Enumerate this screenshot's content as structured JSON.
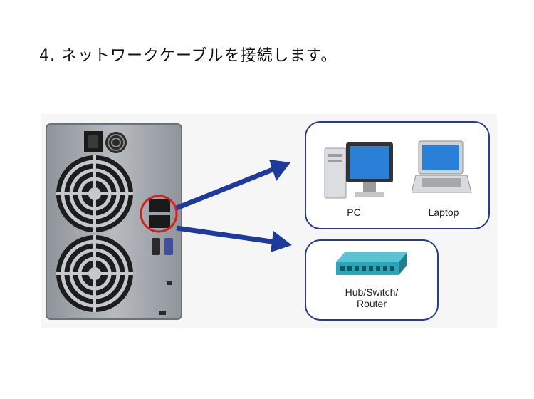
{
  "heading": "4. ネットワークケーブルを接続します。",
  "diagram": {
    "device_labels": {
      "pc": "PC",
      "laptop": "Laptop",
      "hub_line1": "Hub/Switch/",
      "hub_line2": "Router"
    },
    "colors": {
      "box_border": "#2a3a8c",
      "arrow": "#1e3a9c",
      "highlight_circle": "#d42020",
      "chassis": "#a9adb3",
      "hub": "#2aa6b8"
    },
    "icons": [
      "nas-back-panel",
      "power-socket-icon",
      "fan-icon",
      "lan-port-icon",
      "arrow-icon",
      "pc-icon",
      "laptop-icon",
      "hub-icon"
    ]
  }
}
